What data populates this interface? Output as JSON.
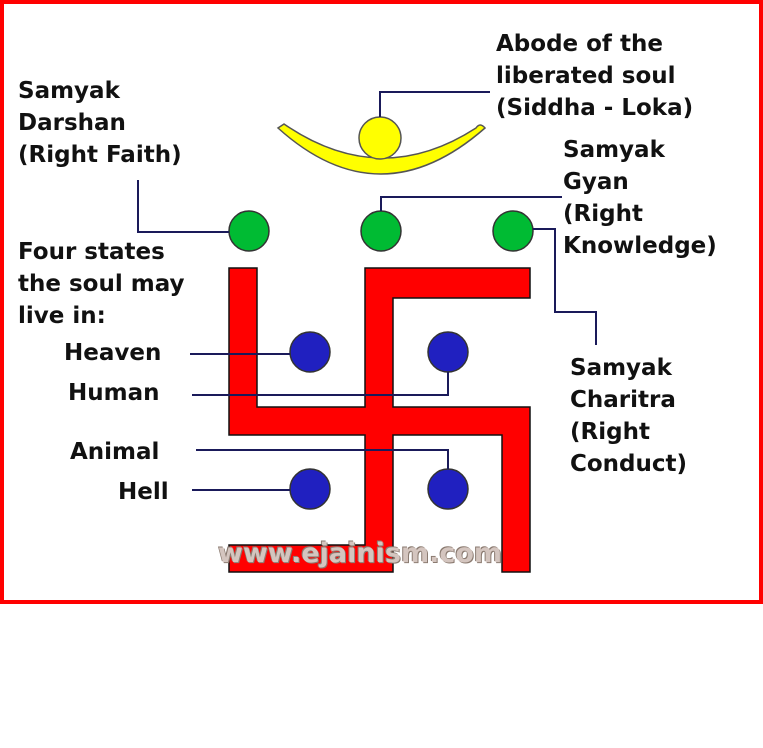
{
  "labels": {
    "siddha": [
      "Abode of the",
      "liberated soul",
      "(Siddha - Loka)"
    ],
    "darshan": [
      "Samyak",
      "Darshan",
      "(Right Faith)"
    ],
    "gyan": [
      "Samyak",
      "Gyan",
      "(Right",
      "Knowledge)"
    ],
    "charitra": [
      "Samyak",
      "Charitra",
      "(Right",
      "Conduct)"
    ],
    "four_states": [
      "Four states",
      "the soul may",
      "live in:"
    ],
    "heaven": "Heaven",
    "human": "Human",
    "animal": "Animal",
    "hell": "Hell"
  },
  "watermark": "www.ejainism.com",
  "colors": {
    "swastika": "#ff0000",
    "siddha": "#ffff00",
    "jewels": "#00bb33",
    "states": "#2020c0",
    "lines": "#1a1a5a",
    "frame": "#ff0000"
  }
}
